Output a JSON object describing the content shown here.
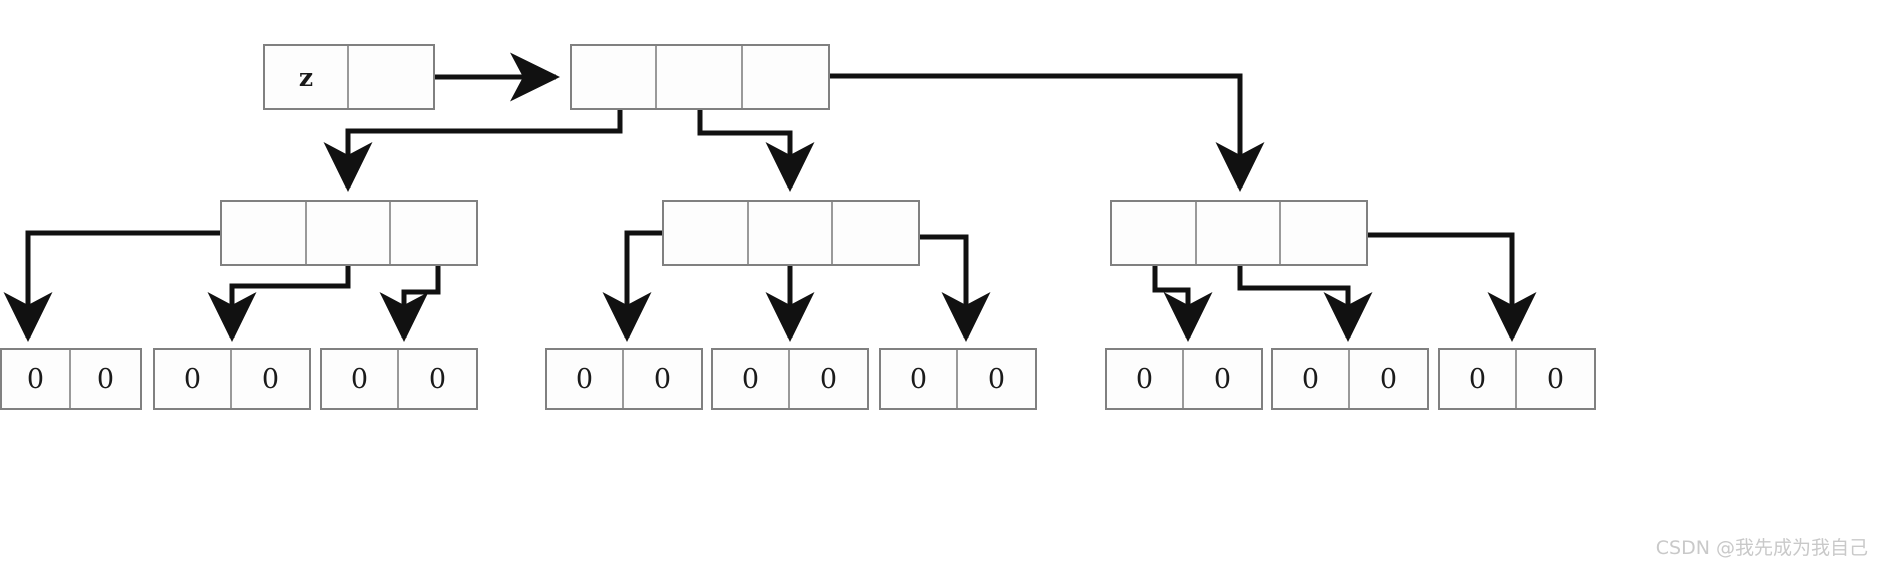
{
  "diagram": {
    "title": "Trie / multi-way tree node-pointer diagram",
    "stroke_color": "#808080",
    "wire_color": "#111111",
    "background": "#ffffff",
    "head": {
      "label": "head-node",
      "cells": [
        {
          "text": "z"
        },
        {
          "text": ""
        }
      ]
    },
    "root": {
      "label": "root-node",
      "cells": [
        {
          "text": ""
        },
        {
          "text": ""
        },
        {
          "text": ""
        }
      ]
    },
    "middle_nodes": [
      {
        "label": "middle-node-1",
        "cells": [
          {
            "text": ""
          },
          {
            "text": ""
          },
          {
            "text": ""
          }
        ]
      },
      {
        "label": "middle-node-2",
        "cells": [
          {
            "text": ""
          },
          {
            "text": ""
          },
          {
            "text": ""
          }
        ]
      },
      {
        "label": "middle-node-3",
        "cells": [
          {
            "text": ""
          },
          {
            "text": ""
          },
          {
            "text": ""
          }
        ]
      }
    ],
    "leaf_nodes": [
      {
        "label": "leaf-node-1",
        "cells": [
          {
            "text": "0"
          },
          {
            "text": "0"
          }
        ]
      },
      {
        "label": "leaf-node-2",
        "cells": [
          {
            "text": "0"
          },
          {
            "text": "0"
          }
        ]
      },
      {
        "label": "leaf-node-3",
        "cells": [
          {
            "text": "0"
          },
          {
            "text": "0"
          }
        ]
      },
      {
        "label": "leaf-node-4",
        "cells": [
          {
            "text": "0"
          },
          {
            "text": "0"
          }
        ]
      },
      {
        "label": "leaf-node-5",
        "cells": [
          {
            "text": "0"
          },
          {
            "text": "0"
          }
        ]
      },
      {
        "label": "leaf-node-6",
        "cells": [
          {
            "text": "0"
          },
          {
            "text": "0"
          }
        ]
      },
      {
        "label": "leaf-node-7",
        "cells": [
          {
            "text": "0"
          },
          {
            "text": "0"
          }
        ]
      },
      {
        "label": "leaf-node-8",
        "cells": [
          {
            "text": "0"
          },
          {
            "text": "0"
          }
        ]
      },
      {
        "label": "leaf-node-9",
        "cells": [
          {
            "text": "0"
          },
          {
            "text": "0"
          }
        ]
      }
    ]
  },
  "watermark": {
    "text": "CSDN @我先成为我自己"
  }
}
